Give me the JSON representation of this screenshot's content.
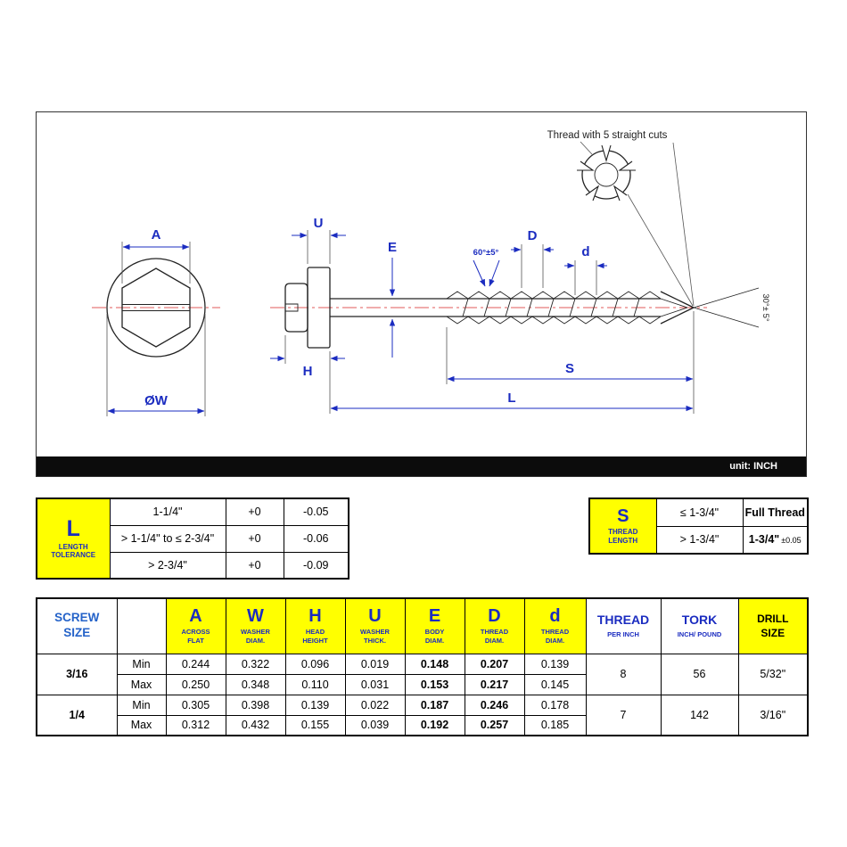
{
  "colors": {
    "accent_blue": "#1b2cc0",
    "highlight_yellow": "#ffff00",
    "centerline_red": "#e05a5a",
    "unit_bar_black": "#0c0c0c"
  },
  "drawing": {
    "unit": "unit: INCH",
    "thread_note": "Thread with 5 straight cuts",
    "thread_angle": "60°±5°",
    "tip_angle": "30°± 5°",
    "dims": {
      "A": "A",
      "W": "ØW",
      "U": "U",
      "E": "E",
      "H": "H",
      "D": "D",
      "d": "d",
      "S": "S",
      "L": "L"
    }
  },
  "tolerance": {
    "letter": "L",
    "caption": "LENGTH\nTOLERANCE",
    "rows": [
      {
        "range": "1-1/4\"",
        "plus": "+0",
        "minus": "-0.05"
      },
      {
        "range": "> 1-1/4\" to ≤ 2-3/4\"",
        "plus": "+0",
        "minus": "-0.06"
      },
      {
        "range": "> 2-3/4\"",
        "plus": "+0",
        "minus": "-0.09"
      }
    ]
  },
  "thread_length": {
    "letter": "S",
    "caption": "THREAD\nLENGTH",
    "rows": [
      {
        "range": "≤ 1-3/4\"",
        "value": "Full Thread",
        "tolerance": ""
      },
      {
        "range": "> 1-3/4\"",
        "value": "1-3/4\"",
        "tolerance": "±0.05"
      }
    ]
  },
  "spec": {
    "size_header": "SCREW\nSIZE",
    "dim_columns": [
      {
        "letter": "A",
        "caption": "ACROSS\nFLAT"
      },
      {
        "letter": "W",
        "caption": "WASHER\nDIAM."
      },
      {
        "letter": "H",
        "caption": "HEAD\nHEIGHT"
      },
      {
        "letter": "U",
        "caption": "WASHER\nTHICK."
      },
      {
        "letter": "E",
        "caption": "BODY\nDIAM."
      },
      {
        "letter": "D",
        "caption": "THREAD\nDIAM."
      },
      {
        "letter": "d",
        "caption": "THREAD\nDIAM."
      }
    ],
    "thread_header": {
      "title": "THREAD",
      "caption": "PER INCH"
    },
    "tork_header": {
      "title": "TORK",
      "caption": "INCH/ POUND"
    },
    "drill_header": "DRILL\nSIZE",
    "groups": [
      {
        "size": "3/16",
        "thread_per_inch": "8",
        "tork": "56",
        "drill": "5/32\"",
        "min": {
          "label": "Min",
          "A": "0.244",
          "W": "0.322",
          "H": "0.096",
          "U": "0.019",
          "E": "0.148",
          "D": "0.207",
          "d": "0.139"
        },
        "max": {
          "label": "Max",
          "A": "0.250",
          "W": "0.348",
          "H": "0.110",
          "U": "0.031",
          "E": "0.153",
          "D": "0.217",
          "d": "0.145"
        }
      },
      {
        "size": "1/4",
        "thread_per_inch": "7",
        "tork": "142",
        "drill": "3/16\"",
        "min": {
          "label": "Min",
          "A": "0.305",
          "W": "0.398",
          "H": "0.139",
          "U": "0.022",
          "E": "0.187",
          "D": "0.246",
          "d": "0.178"
        },
        "max": {
          "label": "Max",
          "A": "0.312",
          "W": "0.432",
          "H": "0.155",
          "U": "0.039",
          "E": "0.192",
          "D": "0.257",
          "d": "0.185"
        }
      }
    ]
  }
}
